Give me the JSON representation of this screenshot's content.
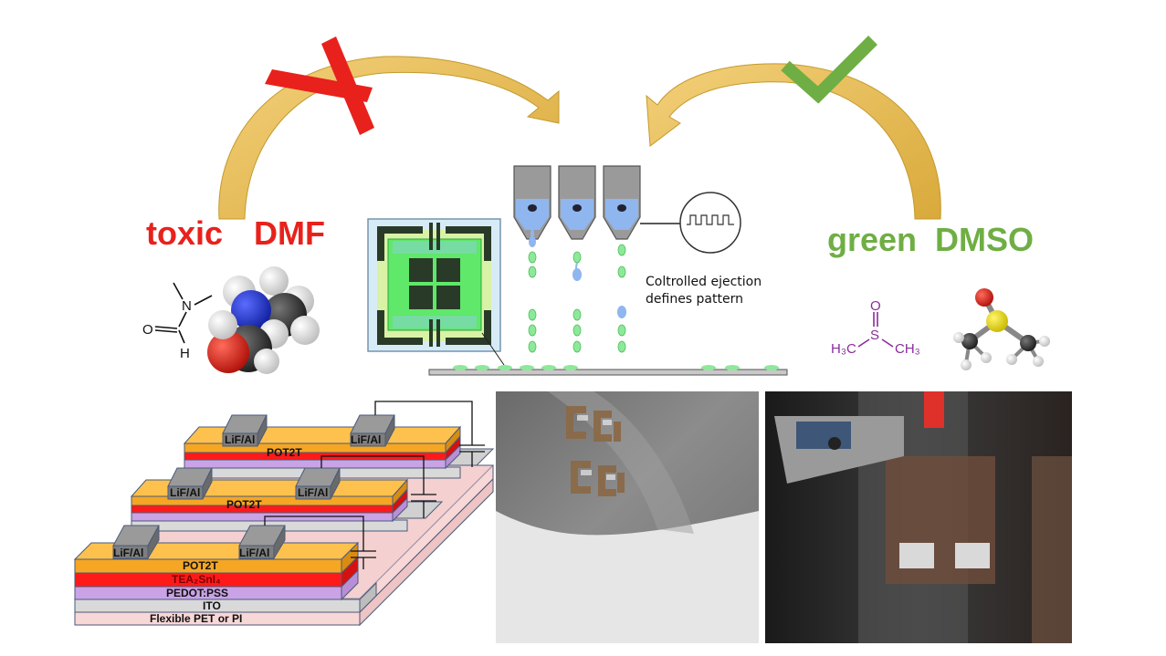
{
  "solvents": {
    "toxic_label": "toxic",
    "toxic_name": "DMF",
    "green_label": "green",
    "green_name": "DMSO"
  },
  "printing": {
    "note_line1": "Coltrolled ejection",
    "note_line2": "defines pattern"
  },
  "dmf_structure": {
    "atom_n": "N",
    "atom_o": "O",
    "atom_h": "H"
  },
  "dmso_structure": {
    "atom_o": "O",
    "atom_s": "S",
    "left_group": "H₃C",
    "right_group": "CH₃"
  },
  "device_stack": {
    "electrode": "LiF/Al",
    "layers": [
      "POT2T",
      "TEA₂SnI₄",
      "PEDOT:PSS",
      "ITO",
      "Flexible PET or PI"
    ]
  },
  "colors": {
    "toxic_red": "#e8211c",
    "green_check": "#6fae44",
    "arrow_gold": "#e0b84a",
    "layer_pot2t": "#f5a623",
    "layer_perovskite": "#ff1a1a",
    "layer_pedot": "#c9a3e6",
    "layer_ito": "#d9d9d9",
    "layer_substrate": "#f8d7d7"
  }
}
